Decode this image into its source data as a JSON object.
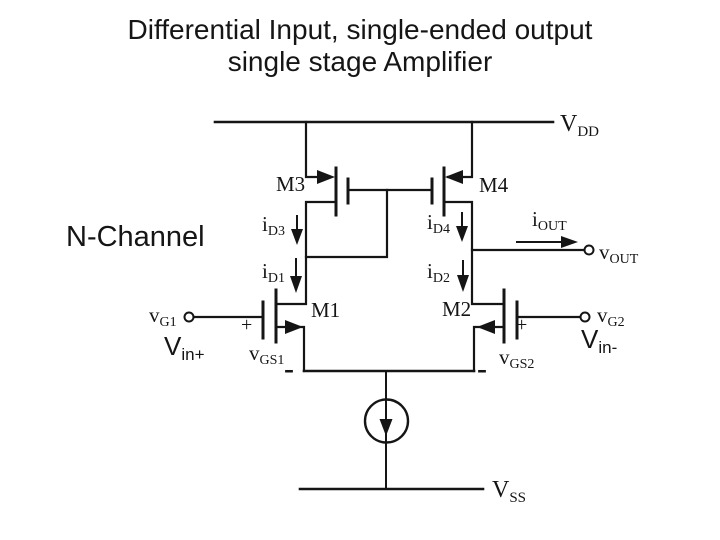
{
  "title": {
    "line1": "Differential Input, single-ended output",
    "line2": "single stage Amplifier"
  },
  "side_label": "N-Channel",
  "colors": {
    "ink": "#151515",
    "background": "#ffffff"
  },
  "labels": {
    "vdd": {
      "main": "V",
      "sub": "DD"
    },
    "vss": {
      "main": "V",
      "sub": "SS"
    },
    "m1": "M1",
    "m2": "M2",
    "m3": "M3",
    "m4": "M4",
    "id1": {
      "main": "i",
      "sub": "D1"
    },
    "id2": {
      "main": "i",
      "sub": "D2"
    },
    "id3": {
      "main": "i",
      "sub": "D3"
    },
    "id4": {
      "main": "i",
      "sub": "D4"
    },
    "iout": {
      "main": "i",
      "sub": "OUT"
    },
    "vout": {
      "main": "v",
      "sub": "OUT"
    },
    "vg1": {
      "main": "v",
      "sub": "G1"
    },
    "vg2": {
      "main": "v",
      "sub": "G2"
    },
    "vgs1": {
      "main": "v",
      "sub": "GS1"
    },
    "vgs2": {
      "main": "v",
      "sub": "GS2"
    },
    "vin_plus": {
      "main": "V",
      "sub": "in+"
    },
    "vin_minus": {
      "main": "V",
      "sub": "in-"
    },
    "plus": "+",
    "minus": "-"
  }
}
